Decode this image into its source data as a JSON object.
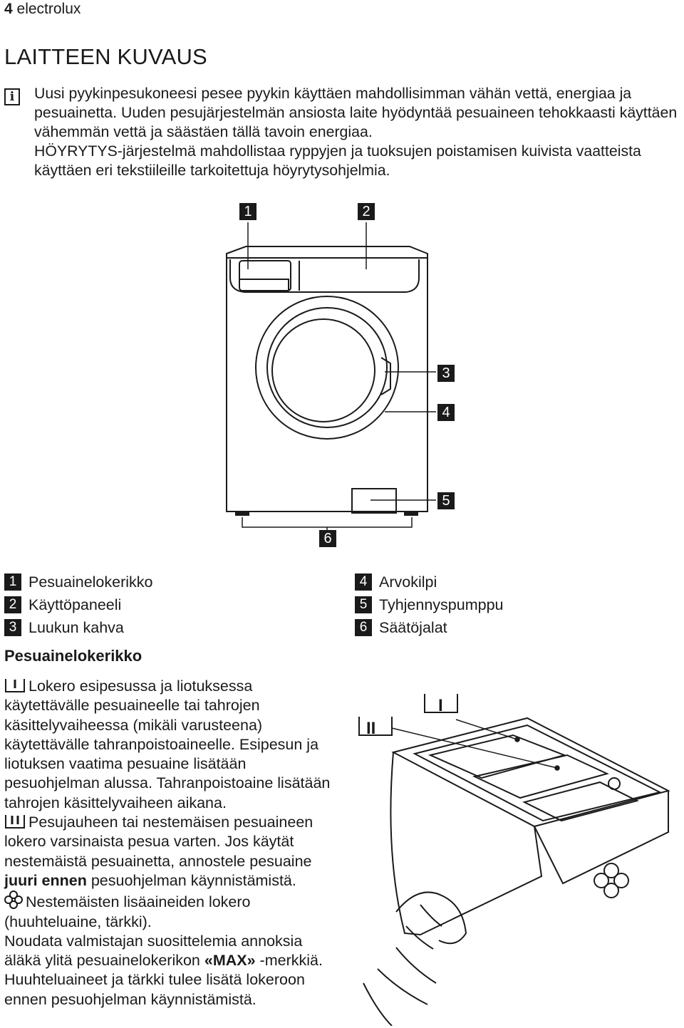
{
  "header": {
    "page_number": "4",
    "brand": "electrolux"
  },
  "title": "LAITTEEN KUVAUS",
  "intro": {
    "icon": "info-icon",
    "p1": "Uusi pyykinpesukoneesi pesee pyykin käyttäen mahdollisimman vähän vettä, energiaa ja pesuainetta. Uuden pesujärjestelmän ansiosta laite hyödyntää pesuaineen tehokkaasti käyttäen vähemmän vettä ja säästäen tällä tavoin energiaa.",
    "p2": "HÖYRYTYS-järjestelmä mahdollistaa ryppyjen ja tuoksujen poistamisen kuivista vaatteista käyttäen eri tekstiileille tarkoitettuja höyrytysohjelmia."
  },
  "diagram": {
    "callouts": [
      "1",
      "2",
      "3",
      "4",
      "5",
      "6"
    ]
  },
  "legend": {
    "left": [
      {
        "num": "1",
        "label": "Pesuainelokerikko"
      },
      {
        "num": "2",
        "label": "Käyttöpaneeli"
      },
      {
        "num": "3",
        "label": "Luukun kahva"
      }
    ],
    "right": [
      {
        "num": "4",
        "label": "Arvokilpi"
      },
      {
        "num": "5",
        "label": "Tyhjennyspumppu"
      },
      {
        "num": "6",
        "label": "Säätöjalat"
      }
    ]
  },
  "section": {
    "heading": "Pesuainelokerikko",
    "para1": "Lokero esipesussa ja liotuksessa käytettävälle pesuaineelle tai tahrojen käsittelyvaiheessa (mikäli varusteena) käytettävälle tahranpoistoaineelle. Esipesun ja liotuksen vaatima pesuaine lisätään pesuohjelman alussa. Tahranpoistoaine lisätään tahrojen käsittelyvaiheen aikana.",
    "para2_a": "Pesujauheen tai nestemäisen pesuaineen lokero varsinaista pesua varten. Jos käytät nestemäistä pesuainetta, annostele pesuaine ",
    "para2_bold": "juuri ennen",
    "para2_b": " pesuohjelman käynnistämistä.",
    "para3": "Nestemäisten lisäaineiden lokero (huuhteluaine, tärkki).",
    "para4_a": "Noudata valmistajan suosittelemia annoksia äläkä ylitä pesuainelokerikon ",
    "para4_bold": "«MAX»",
    "para4_b": " -merkkiä. Huuhteluaineet ja tärkki tulee lisätä lokeroon ennen pesuohjelman käynnistämistä."
  },
  "drawer_labels": {
    "compartment_1": "I",
    "compartment_2": "II"
  }
}
